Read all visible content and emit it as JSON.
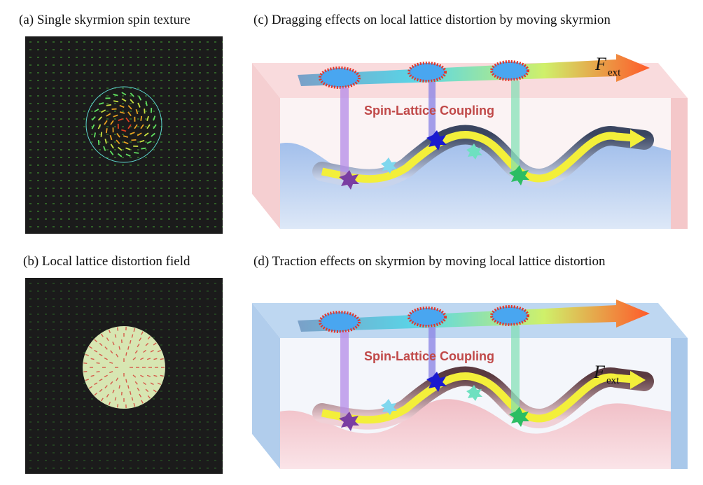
{
  "panels": {
    "a": {
      "caption": "(a) Single skyrmion spin texture"
    },
    "b": {
      "caption": "(b) Local lattice distortion field"
    },
    "c": {
      "caption": "(c) Dragging effects on local lattice distortion by moving skyrmion",
      "coupling_label": "Spin-Lattice Coupling",
      "force_symbol": "F",
      "force_subscript": "ext"
    },
    "d": {
      "caption": "(d) Traction effects on skyrmion by moving local lattice distortion",
      "coupling_label": "Spin-Lattice Coupling",
      "force_symbol": "F",
      "force_subscript": "ext"
    }
  },
  "colors": {
    "dark_background": "#1b1b1b",
    "skyrmion_ring": "#5fd8d0",
    "distortion_disk": "#d7e6b2",
    "pink_box": "#f7c9cc",
    "blue_box": "#a9c8ea",
    "yellow_path": "#f3ef3a",
    "coupling_text": "#c04848"
  }
}
